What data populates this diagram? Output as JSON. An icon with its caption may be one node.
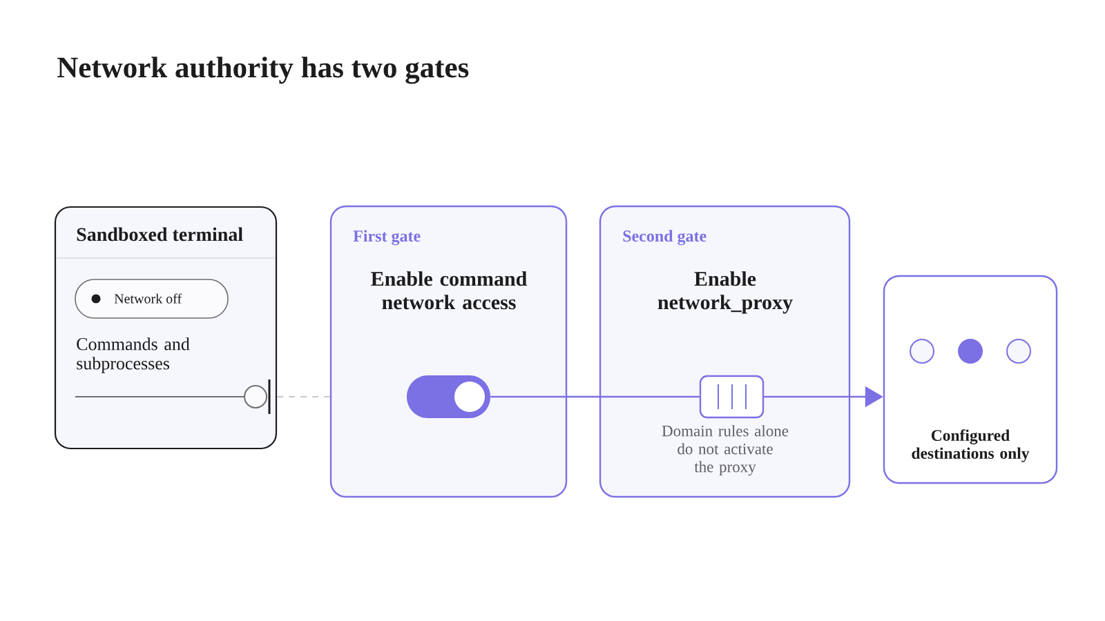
{
  "diagram": {
    "title": "Network authority has two gates",
    "nodes": [
      {
        "text": [
          "Sandboxed terminal",
          "Commands and subprocesses"
        ]
      },
      {
        "text": [
          "Network off"
        ],
        "in": 0
      },
      {
        "text": [
          "First gate",
          "Enable command network access"
        ]
      },
      {
        "text": [],
        "shape": "toggle",
        "in": 2
      },
      {
        "text": [
          "Second gate",
          "Enable network_proxy"
        ]
      },
      {
        "text": [],
        "shape": "box",
        "in": 4,
        "beside": [
          "Domain rules alone do not activate the proxy"
        ]
      },
      {
        "text": [
          "Configured destinations only"
        ]
      }
    ],
    "edges": [
      {
        "from": 0,
        "to": 2,
        "arrow": "none",
        "style": "dashed",
        "color": "#c8c8cc"
      },
      {
        "from": 3,
        "to": 5,
        "arrow": "none"
      },
      {
        "from": 5,
        "to": 6,
        "arrow": "to"
      }
    ]
  }
}
